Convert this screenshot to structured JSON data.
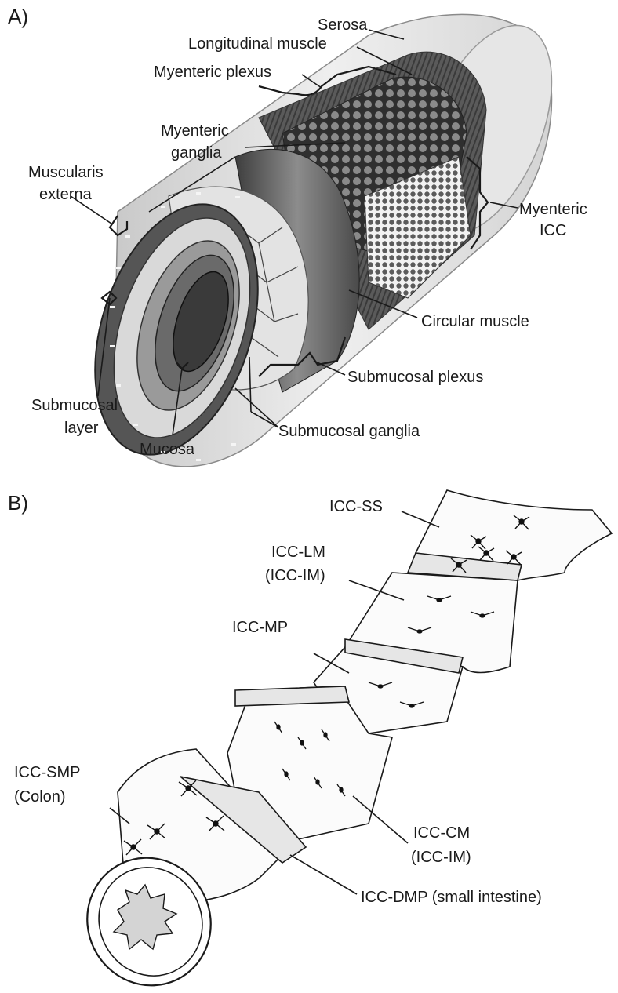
{
  "panel_a": {
    "label": "A)",
    "labels": {
      "serosa": "Serosa",
      "longitudinal_muscle": "Longitudinal muscle",
      "myenteric_plexus": "Myenteric plexus",
      "myenteric_ganglia_1": "Myenteric",
      "myenteric_ganglia_2": "ganglia",
      "muscularis_externa_1": "Muscularis",
      "muscularis_externa_2": "externa",
      "myenteric_icc_1": "Myenteric",
      "myenteric_icc_2": "ICC",
      "circular_muscle": "Circular muscle",
      "submucosal_plexus": "Submucosal plexus",
      "submucosal_layer_1": "Submucosal",
      "submucosal_layer_2": "layer",
      "submucosal_ganglia": "Submucosal ganglia",
      "mucosa": "Mucosa"
    }
  },
  "panel_b": {
    "label": "B)",
    "labels": {
      "icc_ss": "ICC-SS",
      "icc_lm_1": "ICC-LM",
      "icc_lm_2": "(ICC-IM)",
      "icc_mp": "ICC-MP",
      "icc_smp_1": "ICC-SMP",
      "icc_smp_2": "(Colon)",
      "icc_cm_1": "ICC-CM",
      "icc_cm_2": "(ICC-IM)",
      "icc_dmp": "ICC-DMP (small intestine)"
    }
  }
}
